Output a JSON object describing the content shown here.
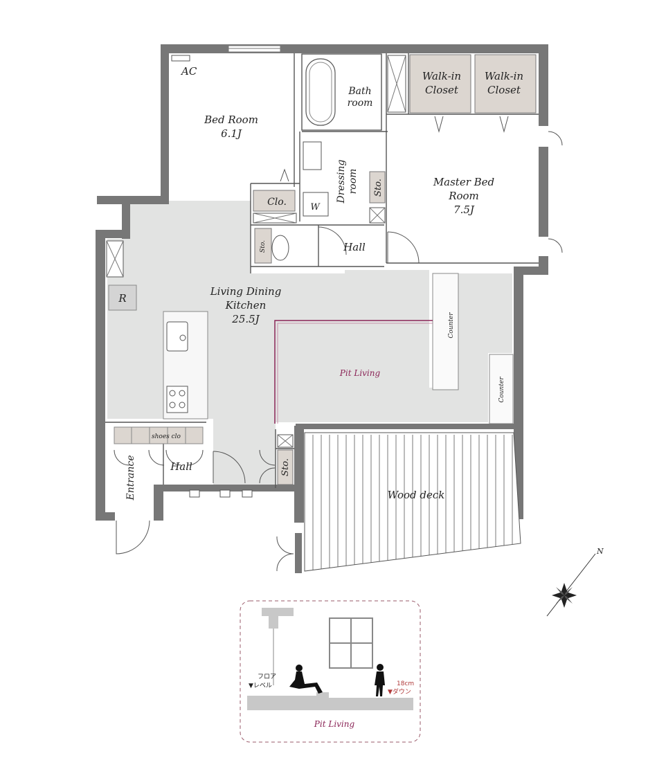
{
  "rooms": {
    "ac": "AC",
    "bed_room": "Bed Room",
    "bed_room_size": "6.1J",
    "bath": "Bath",
    "bath_room": "room",
    "walk_in_1": "Walk-in",
    "walk_in_1b": "Closet",
    "walk_in_2": "Walk-in",
    "walk_in_2b": "Closet",
    "master_1": "Master Bed",
    "master_2": "Room",
    "master_size": "7.5J",
    "dressing_1": "Dressing",
    "dressing_2": "room",
    "sto_1": "Sto.",
    "clo": "Clo.",
    "w": "W",
    "sto_small": "Sto.",
    "hall_1": "Hall",
    "r": "R",
    "ldk_1": "Living Dining",
    "ldk_2": "Kitchen",
    "ldk_size": "25.5J",
    "counter_1": "Counter",
    "counter_2": "Counter",
    "pit_living": "Pit Living",
    "shoes_clo": "shoes clo",
    "hall_2": "Hall",
    "entrance": "Entrance",
    "sto_2": "Sto.",
    "wood_deck": "Wood deck",
    "compass_n": "N"
  },
  "section": {
    "floor_level_1": "フロア",
    "floor_level_2": "▼レベル",
    "depth": "18cm",
    "down": "▼ダウン",
    "caption": "Pit Living"
  },
  "colors": {
    "wall": "#777777",
    "living_floor": "#e2e3e2",
    "closet_fill": "#dcd6d0",
    "pit_line": "#8a2456",
    "dash_border": "#9a5a6a"
  }
}
